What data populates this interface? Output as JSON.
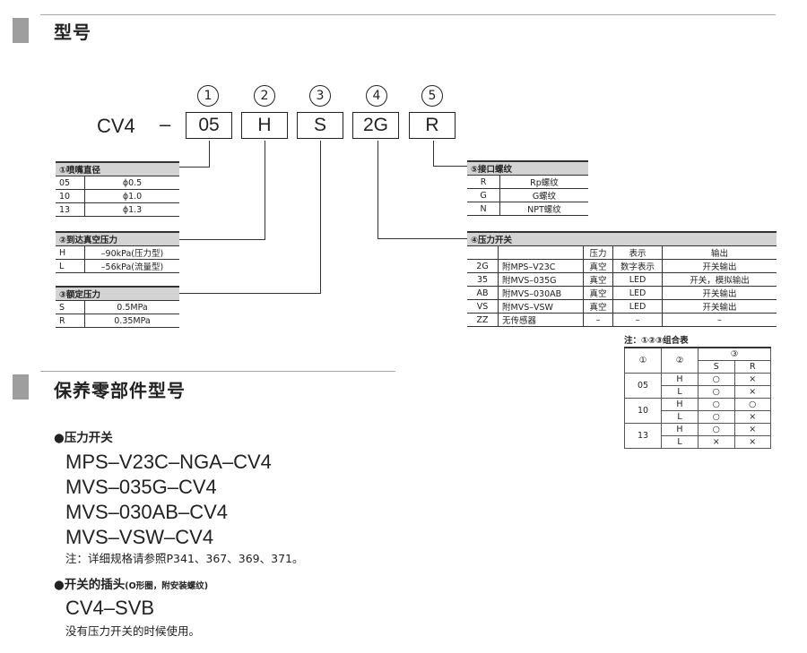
{
  "section1": {
    "title": "型号"
  },
  "section2": {
    "title": "保养零部件型号"
  },
  "model": {
    "prefix": "CV4",
    "dash": "–",
    "codes": [
      {
        "num": "1",
        "code": "05"
      },
      {
        "num": "2",
        "code": "H"
      },
      {
        "num": "3",
        "code": "S"
      },
      {
        "num": "4",
        "code": "2G"
      },
      {
        "num": "5",
        "code": "R"
      }
    ]
  },
  "t1": {
    "title": "①喷嘴直径",
    "rows": [
      [
        "05",
        "ϕ0.5"
      ],
      [
        "10",
        "ϕ1.0"
      ],
      [
        "13",
        "ϕ1.3"
      ]
    ]
  },
  "t2": {
    "title": "②到达真空压力",
    "rows": [
      [
        "H",
        "–90kPa(压力型)"
      ],
      [
        "L",
        "–56kPa(流量型)"
      ]
    ]
  },
  "t3": {
    "title": "③额定压力",
    "rows": [
      [
        "S",
        "0.5MPa"
      ],
      [
        "R",
        "0.35MPa"
      ]
    ]
  },
  "t5": {
    "title": "⑤接口螺纹",
    "rows": [
      [
        "R",
        "Rp螺纹"
      ],
      [
        "G",
        "G螺纹"
      ],
      [
        "N",
        "NPT螺纹"
      ]
    ]
  },
  "t4": {
    "title": "④压力开关",
    "headers": [
      "压力",
      "表示",
      "输出"
    ],
    "rows": [
      [
        "2G",
        "附MPS–V23C",
        "真空",
        "数字表示",
        "开关输出"
      ],
      [
        "35",
        "附MVS–035G",
        "真空",
        "LED",
        "开关，模拟输出"
      ],
      [
        "AB",
        "附MVS–030AB",
        "真空",
        "LED",
        "开关输出"
      ],
      [
        "VS",
        "附MVS–VSW",
        "真空",
        "LED",
        "开关输出"
      ],
      [
        "ZZ",
        "无传感器",
        "–",
        "–",
        "–"
      ]
    ]
  },
  "combo": {
    "note": "注：①②③组合表",
    "h1": "①",
    "h2": "②",
    "h3": "③",
    "sub": [
      "S",
      "R"
    ],
    "rows": [
      {
        "n": "05",
        "a": [
          "H",
          "○",
          "×"
        ],
        "b": [
          "L",
          "○",
          "×"
        ]
      },
      {
        "n": "10",
        "a": [
          "H",
          "○",
          "○"
        ],
        "b": [
          "L",
          "○",
          "×"
        ]
      },
      {
        "n": "13",
        "a": [
          "H",
          "○",
          "×"
        ],
        "b": [
          "L",
          "×",
          "×"
        ]
      }
    ]
  },
  "parts": {
    "bullet1": "●压力开关",
    "list1": [
      "MPS–V23C–NGA–CV4",
      "MVS–035G–CV4",
      "MVS–030AB–CV4",
      "MVS–VSW–CV4"
    ],
    "note1": "注：详细规格请参照P341、367、369、371。",
    "bullet2": "●开关的插头",
    "bullet2_small": "(O形圈，附安装螺纹)",
    "list2": [
      "CV4–SVB"
    ],
    "note2": "没有压力开关的时候使用。"
  }
}
